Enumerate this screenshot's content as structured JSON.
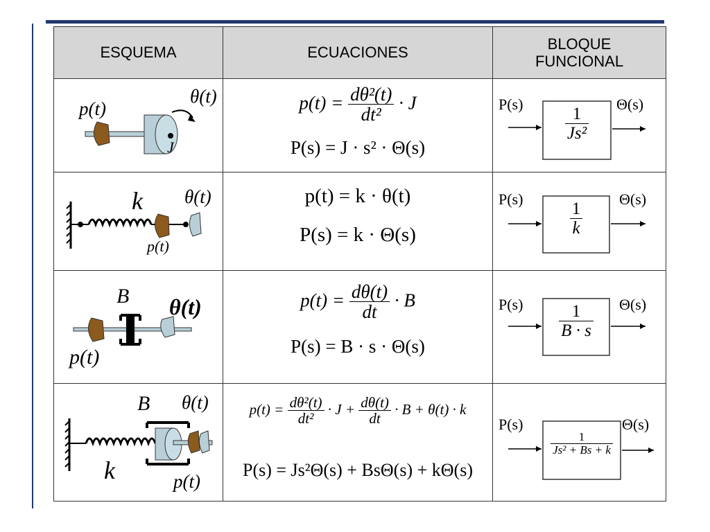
{
  "header": {
    "esquema": "ESQUEMA",
    "ecuaciones": "ECUACIONES",
    "bloque_line1": "BLOQUE",
    "bloque_line2": "FUNCIONAL"
  },
  "colors": {
    "bronze": "#8b5a1c",
    "silver": "#b8cfd8",
    "rule_blue": "#23386e",
    "header_gray": "#d6d6d6"
  },
  "rows": [
    {
      "schema_labels": {
        "torque": "p(t)",
        "angle": "θ(t)",
        "inertia": "J"
      },
      "eq1_lhs": "p(t) =",
      "eq1_num": "dθ²(t)",
      "eq1_den": "dt²",
      "eq1_rhs": "· J",
      "eq2": "P(s) = J · s² · Θ(s)",
      "block": {
        "in": "P(s)",
        "out": "Θ(s)",
        "num": "1",
        "den": "Js²"
      }
    },
    {
      "schema_labels": {
        "torque": "p(t)",
        "angle": "θ(t)",
        "spring": "k"
      },
      "eq1": "p(t) = k · θ(t)",
      "eq2": "P(s) = k · Θ(s)",
      "block": {
        "in": "P(s)",
        "out": "Θ(s)",
        "num": "1",
        "den": "k"
      }
    },
    {
      "schema_labels": {
        "torque": "p(t)",
        "angle": "θ(t)",
        "damper": "B"
      },
      "eq1_lhs": "p(t) =",
      "eq1_num": "dθ(t)",
      "eq1_den": "dt",
      "eq1_rhs": "· B",
      "eq2": "P(s) = B · s · Θ(s)",
      "block": {
        "in": "P(s)",
        "out": "Θ(s)",
        "num": "1",
        "den": "B · s"
      }
    },
    {
      "schema_labels": {
        "torque": "p(t)",
        "angle": "θ(t)",
        "spring": "k",
        "damper": "B"
      },
      "eq1_lhs": "p(t) =",
      "eq1_num_a": "dθ²(t)",
      "eq1_den_a": "dt²",
      "eq1_mid": "· J +",
      "eq1_num_b": "dθ(t)",
      "eq1_den_b": "dt",
      "eq1_rhs": "· B + θ(t) · k",
      "eq2": "P(s) = Js²Θ(s) + BsΘ(s) + kΘ(s)",
      "block": {
        "in": "P(s)",
        "out": "Θ(s)",
        "num": "1",
        "den": "Js² + Bs + k"
      }
    }
  ]
}
